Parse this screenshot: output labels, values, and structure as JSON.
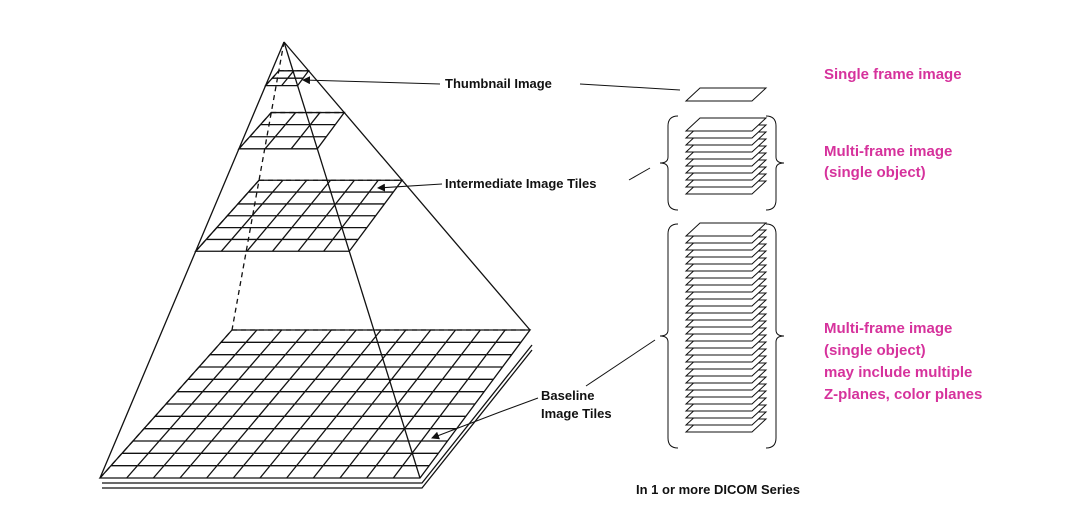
{
  "labels": {
    "thumbnail": "Thumbnail Image",
    "intermediate": "Intermediate Image Tiles",
    "baseline_line1": "Baseline",
    "baseline_line2": "Image Tiles",
    "series": "In 1 or more DICOM Series"
  },
  "descriptions": {
    "single": "Single frame image",
    "multi_line1": "Multi-frame image",
    "multi_line2": "(single object)",
    "multiz_line1": "Multi-frame image",
    "multiz_line2": "(single object)",
    "multiz_line3": "may include multiple",
    "multiz_line4": "Z-planes, color planes"
  },
  "colors": {
    "accent": "#d6329c",
    "ink": "#111111"
  }
}
